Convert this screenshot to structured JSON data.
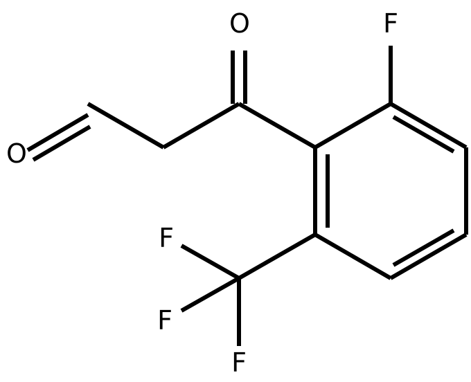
{
  "molecule": {
    "atoms": {
      "o_aldehyde": "O",
      "o_ketone": "O",
      "f_ring": "F",
      "f_cf3_top": "F",
      "f_cf3_left": "F",
      "f_cf3_bottom": "F"
    }
  },
  "colors": {
    "bond": "#000000",
    "label": "#000000",
    "background": "#ffffff"
  }
}
